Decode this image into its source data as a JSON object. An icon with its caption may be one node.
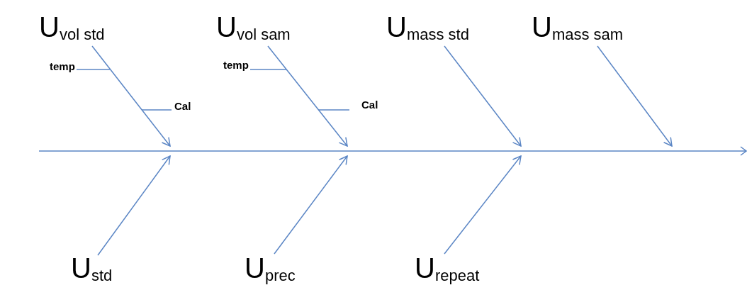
{
  "diagram": {
    "nodes": [
      {
        "text": [
          "U$_{vol std}$"
        ]
      },
      {
        "text": [
          "U$_{vol sam}$"
        ]
      },
      {
        "text": [
          "U$_{mass std}$"
        ]
      },
      {
        "text": [
          "U$_{mass sam}$"
        ]
      },
      {
        "text": [
          "temp"
        ]
      },
      {
        "text": [
          "temp"
        ]
      },
      {
        "text": [
          "Cal"
        ]
      },
      {
        "text": [
          "Cal"
        ]
      },
      {
        "text": [],
        "shape": "arrow"
      },
      {
        "text": [
          "U$_{std}$"
        ]
      },
      {
        "text": [
          "U$_{prec}$"
        ]
      },
      {
        "text": [
          "U$_{repeat}$"
        ]
      }
    ],
    "edges": [
      {
        "from": 0,
        "to": 8,
        "arrow": "to"
      },
      {
        "from": 1,
        "to": 8,
        "arrow": "to"
      },
      {
        "from": 2,
        "to": 8,
        "arrow": "to"
      },
      {
        "from": 3,
        "to": 8,
        "arrow": "to"
      },
      {
        "from": 4,
        "to": null,
        "arrow": "none"
      },
      {
        "from": 5,
        "to": null,
        "arrow": "none"
      },
      {
        "from": 6,
        "to": null,
        "arrow": "none"
      },
      {
        "from": 7,
        "to": null,
        "arrow": "none"
      },
      {
        "from": 9,
        "to": 8,
        "arrow": "to"
      },
      {
        "from": 10,
        "to": 8,
        "arrow": "to"
      },
      {
        "from": 11,
        "to": 8,
        "arrow": "to"
      }
    ]
  }
}
